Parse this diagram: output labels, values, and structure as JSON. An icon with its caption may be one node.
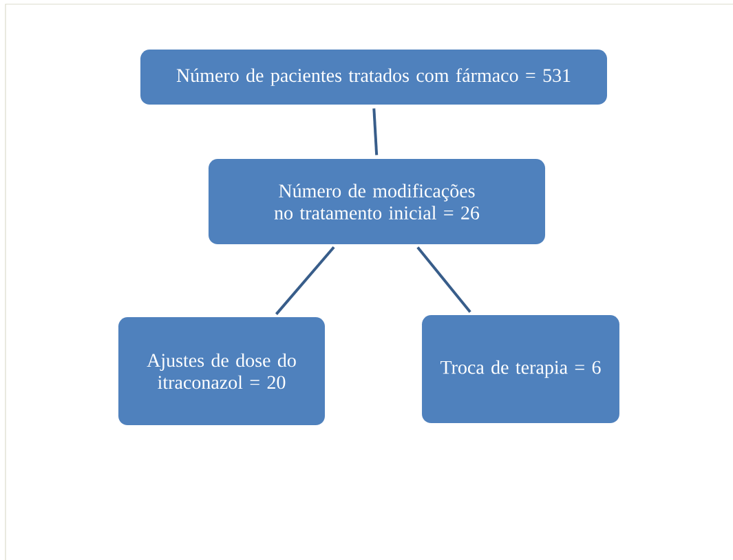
{
  "diagram": {
    "nodes": [
      {
        "text": [
          "Número de pacientes tratados com fármaco = 531"
        ]
      },
      {
        "text": [
          "Número de modificações no tratamento inicial = 26"
        ]
      },
      {
        "text": [
          "Ajustes de dose do itraconazol = 20"
        ]
      },
      {
        "text": [
          "Troca de terapia = 6"
        ]
      }
    ],
    "edges": [
      {
        "from": 0,
        "to": 1,
        "arrow": "none"
      },
      {
        "from": 1,
        "to": 2,
        "arrow": "none"
      },
      {
        "from": 1,
        "to": 3,
        "arrow": "none"
      }
    ]
  }
}
